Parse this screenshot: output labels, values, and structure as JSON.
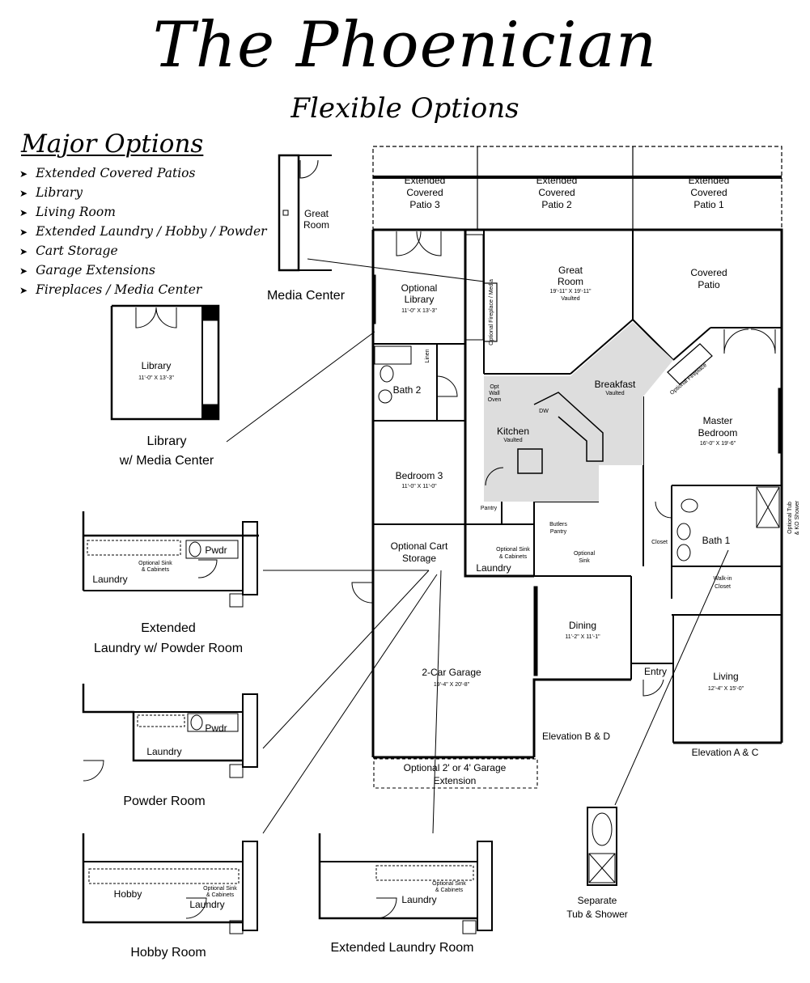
{
  "header": {
    "title": "The Phoenician",
    "subtitle": "Flexible Options"
  },
  "major_options": {
    "heading": "Major Options",
    "items": [
      "Extended Covered Patios",
      "Library",
      "Living Room",
      "Extended Laundry / Hobby / Powder",
      "Cart Storage",
      "Garage Extensions",
      "Fireplaces / Media Center"
    ]
  },
  "main_plan": {
    "patio3": [
      "Extended",
      "Covered",
      "Patio 3"
    ],
    "patio2": [
      "Extended",
      "Covered",
      "Patio 2"
    ],
    "patio1": [
      "Extended",
      "Covered",
      "Patio 1"
    ],
    "covered_patio": [
      "Covered",
      "Patio"
    ],
    "great_room": [
      "Great",
      "Room"
    ],
    "great_room_dim": "19'-11\" X 19'-11\"",
    "great_room_note": "Vaulted",
    "optional_library": [
      "Optional",
      "Library"
    ],
    "optional_library_dim": "11'-0\" X 13'-3\"",
    "fireplace_media": "Optional Fireplace / Media",
    "bath2": "Bath 2",
    "linen": "Linen",
    "breakfast": "Breakfast",
    "breakfast_note": "Vaulted",
    "kitchen": "Kitchen",
    "kitchen_note": "Vaulted",
    "opt_wall_oven": [
      "Opt",
      "Wall",
      "Oven"
    ],
    "dw": "DW",
    "pantry": "Pantry",
    "butlers_pantry": [
      "Butlers",
      "Pantry"
    ],
    "optional_fireplace": "Optional Fireplace",
    "master_bedroom": [
      "Master",
      "Bedroom"
    ],
    "master_bedroom_dim": "16'-0\" X 19'-6\"",
    "bedroom3": "Bedroom 3",
    "bedroom3_dim": "11'-0\" X 11'-0\"",
    "closet": "Closet",
    "bath1": "Bath 1",
    "optional_tub_shower": [
      "Optional Tub",
      "& KO Shower"
    ],
    "walkin_closet": [
      "Walk-in",
      "Closet"
    ],
    "optional_cart_storage": [
      "Optional Cart",
      "Storage"
    ],
    "laundry": "Laundry",
    "optional_sink_cabinets": [
      "Optional Sink",
      "& Cabinets"
    ],
    "optional_sink": [
      "Optional",
      "Sink"
    ],
    "dining": "Dining",
    "dining_dim": "11'-2\" X 11'-1\"",
    "entry": "Entry",
    "living": "Living",
    "living_dim": "12'-4\" X 15'-0\"",
    "garage": "2-Car Garage",
    "garage_dim": "19'-4\" X 20'-8\"",
    "garage_extension": [
      "Optional 2' or 4' Garage",
      "Extension"
    ],
    "elevation_bd": "Elevation B & D",
    "elevation_ac": "Elevation A & C"
  },
  "insets": {
    "media_center": {
      "caption": "Media Center",
      "room": [
        "Great",
        "Room"
      ]
    },
    "library_media": {
      "caption": [
        "Library",
        "w/ Media Center"
      ],
      "room": "Library",
      "dim": "11'-0\" X 13'-3\""
    },
    "ext_laundry_powder": {
      "caption": [
        "Extended",
        "Laundry w/ Powder Room"
      ],
      "laundry": "Laundry",
      "pwdr": "Pwdr",
      "sink": [
        "Optional Sink",
        "& Cabinets"
      ]
    },
    "powder_room": {
      "caption": "Powder Room",
      "laundry": "Laundry",
      "pwdr": "Pwdr"
    },
    "hobby_room": {
      "caption": "Hobby Room",
      "hobby": "Hobby",
      "laundry": "Laundry",
      "sink": [
        "Optional Sink",
        "& Cabinets"
      ]
    },
    "ext_laundry_room": {
      "caption": "Extended Laundry Room",
      "laundry": "Laundry",
      "sink": [
        "Optional Sink",
        "& Cabinets"
      ]
    },
    "sep_tub_shower": {
      "caption": [
        "Separate",
        "Tub & Shower"
      ]
    }
  }
}
